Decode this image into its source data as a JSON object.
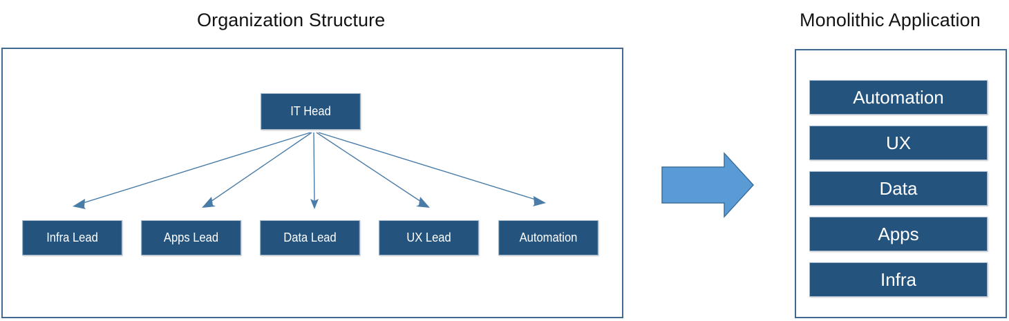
{
  "titles": {
    "left": "Organization Structure",
    "right": "Monolithic Application"
  },
  "org_chart": {
    "root": {
      "label": "IT Head"
    },
    "children": [
      {
        "label": "Infra Lead"
      },
      {
        "label": "Apps Lead"
      },
      {
        "label": "Data Lead"
      },
      {
        "label": "UX Lead"
      },
      {
        "label": "Automation"
      }
    ]
  },
  "monolith": {
    "layers": [
      {
        "label": "Automation"
      },
      {
        "label": "UX"
      },
      {
        "label": "Data"
      },
      {
        "label": "Apps"
      },
      {
        "label": "Infra"
      }
    ]
  },
  "transform_arrow": {
    "direction": "right",
    "fill": "#5b9bd5",
    "stroke": "#3a6f9f"
  },
  "colors": {
    "node_fill": "#24547e",
    "node_text": "#ffffff",
    "panel_border": "#41698f",
    "connector": "#4a7ca8",
    "background": "#ffffff",
    "title_text": "#131313"
  }
}
